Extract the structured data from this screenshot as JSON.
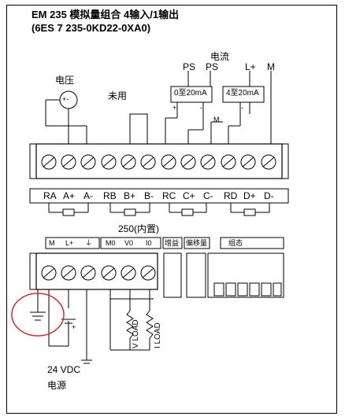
{
  "title": {
    "line1": "EM 235 模拟量组合 4输入/1输出",
    "line2": "(6ES 7 235-0KD22-0XA0)"
  },
  "top_labels": {
    "voltage": "电压",
    "current": "电流",
    "unused": "未用",
    "ps1": "PS",
    "ps2": "PS",
    "lplus": "L+",
    "m": "M",
    "range1": "0至20mA",
    "range2": "4至20mA",
    "plus": "+",
    "minus1": "-",
    "minus2": "-",
    "m_small": "M",
    "meter_symbol": "+-"
  },
  "inputs": {
    "terminals": [
      "RA",
      "A+",
      "A-",
      "RB",
      "B+",
      "B-",
      "RC",
      "C+",
      "C-",
      "RD",
      "D+",
      "D-"
    ]
  },
  "bottom": {
    "internal": "250(内置)",
    "power_labels": [
      "M",
      "L+",
      "⏚"
    ],
    "output_labels": [
      "M0",
      "V0",
      "I0"
    ],
    "gain": "增益",
    "offset": "偏移量",
    "config": "组态",
    "vload": "V LOAD",
    "iload": "I LOAD",
    "supply": "24 VDC",
    "power_source": "电源",
    "plus": "+"
  }
}
